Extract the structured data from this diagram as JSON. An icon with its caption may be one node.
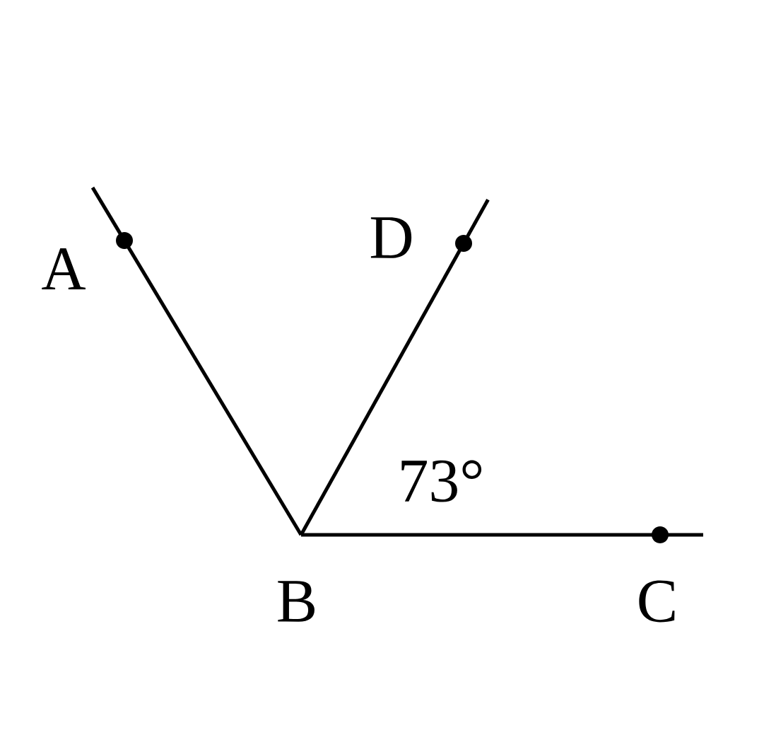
{
  "diagram": {
    "nodes": [
      {
        "text": [
          "A"
        ]
      },
      {
        "text": [
          "B"
        ]
      },
      {
        "text": [
          "C"
        ]
      },
      {
        "text": [
          "D"
        ]
      }
    ],
    "edges": [
      {
        "from": 1,
        "to": 0,
        "arrow": "none"
      },
      {
        "from": 1,
        "to": 3,
        "arrow": "none"
      },
      {
        "from": 1,
        "to": 2,
        "arrow": "none"
      }
    ],
    "labels": [
      "73°"
    ]
  }
}
